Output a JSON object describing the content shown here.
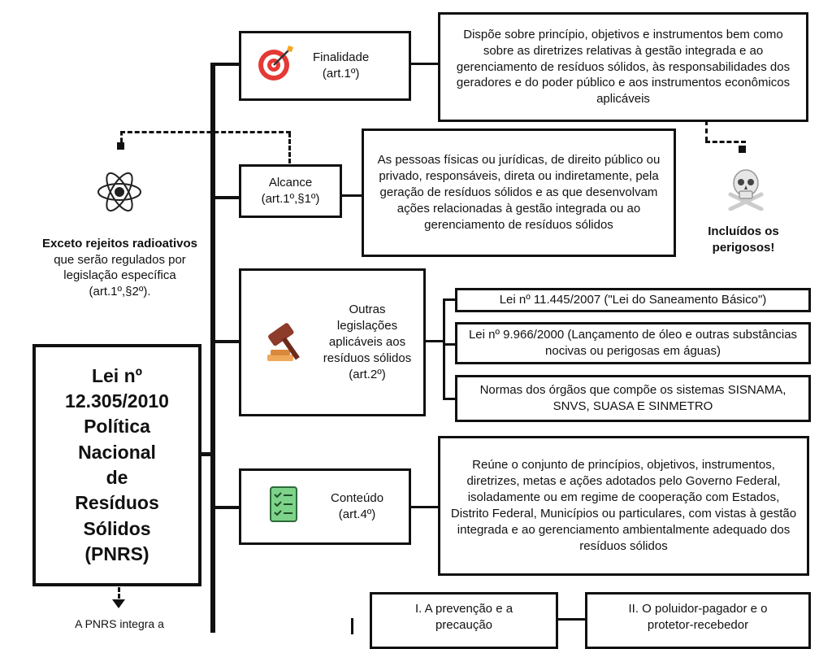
{
  "main": {
    "title": "Lei nº\n12.305/2010\nPolítica\nNacional\nde\nResíduos\nSólidos\n(PNRS)"
  },
  "exclusion": {
    "bold": "Exceto rejeitos radioativos",
    "rest": " que serão regulados por legislação específica (art.1º,§2º).",
    "icon": "atom-icon"
  },
  "hazard": {
    "text": "Incluídos os perigosos!",
    "icon": "skull-crossbones-icon"
  },
  "finalidade": {
    "label": "Finalidade",
    "article": "(art.1º)",
    "icon": "target-icon",
    "description": "Dispõe sobre princípio, objetivos e instrumentos bem como sobre as diretrizes relativas à gestão integrada e ao gerenciamento de resíduos sólidos, às responsabilidades dos geradores e do poder público e aos instrumentos econômicos aplicáveis"
  },
  "alcance": {
    "label": "Alcance",
    "article": "(art.1º,§1º)",
    "description": "As pessoas físicas ou jurídicas, de direito público ou privado, responsáveis, direta ou indiretamente, pela geração de resíduos sólidos e as que desenvolvam ações relacionadas à gestão integrada ou ao gerenciamento de resíduos sólidos"
  },
  "outras": {
    "label": "Outras legislações aplicáveis aos resíduos sólidos",
    "article": "(art.2º)",
    "icon": "gavel-icon",
    "items": [
      "Lei nº 11.445/2007 (\"Lei do Saneamento Básico\")",
      "Lei nº 9.966/2000 (Lançamento de óleo e outras substâncias nocivas ou perigosas em águas)",
      "Normas dos órgãos  que compõe os sistemas SISNAMA, SNVS, SUASA E SINMETRO"
    ]
  },
  "conteudo": {
    "label": "Conteúdo",
    "article": "(art.4º)",
    "icon": "checklist-icon",
    "description": "Reúne o conjunto de princípios, objetivos, instrumentos, diretrizes, metas e ações adotados pelo Governo Federal, isoladamente ou em regime de cooperação com Estados, Distrito Federal, Municípios ou particulares, com vistas à gestão integrada e ao gerenciamento ambientalmente adequado dos resíduos sólidos"
  },
  "principles": {
    "p1": "I. A prevenção e a precaução",
    "p2": "II. O poluidor-pagador e o protetor-recebedor"
  },
  "bottom_note": "A PNRS integra a",
  "colors": {
    "line": "#111111",
    "target_red": "#e53935",
    "gavel_brown": "#8d3b2b",
    "checklist_green": "#7ed38a"
  }
}
